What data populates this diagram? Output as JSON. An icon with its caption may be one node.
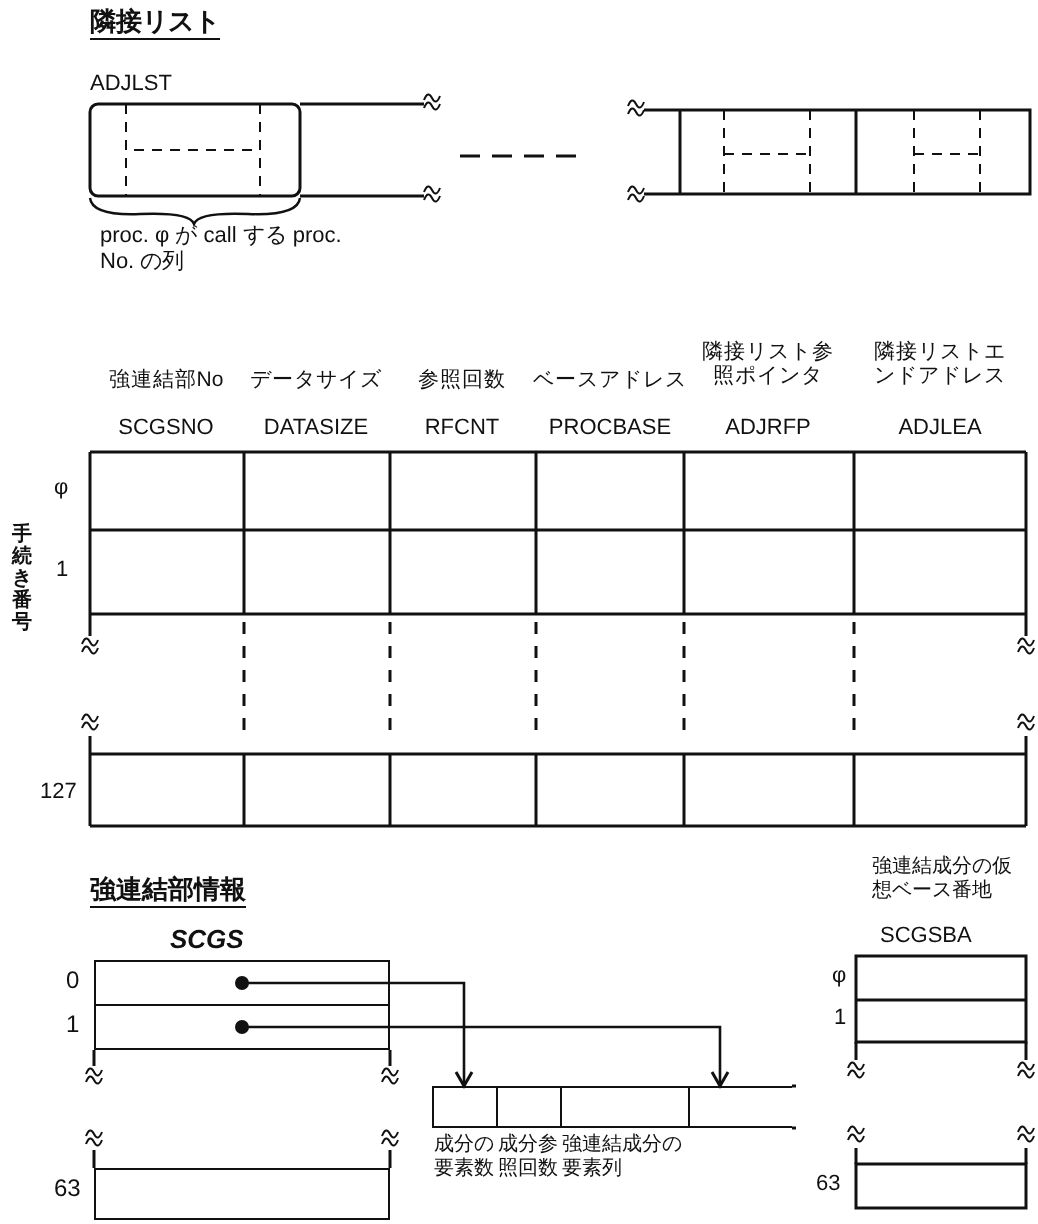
{
  "diagram": {
    "nodes": [
      {
        "text": [
          "SCGS"
        ]
      },
      {
        "text": [],
        "shape": "box",
        "in": 0,
        "beside": [
          "0"
        ]
      },
      {
        "text": [],
        "shape": "box",
        "in": 0,
        "beside": [
          "1"
        ]
      },
      {
        "text": [],
        "shape": "box",
        "in": 0,
        "beside": [
          "63"
        ]
      },
      {
        "text": [],
        "shape": "box",
        "beside": [
          "成分の要素数"
        ]
      },
      {
        "text": [],
        "shape": "box",
        "beside": [
          "成分参照回数"
        ]
      },
      {
        "text": [],
        "shape": "box",
        "beside": [
          "強連結成分の要素列"
        ]
      },
      {
        "text": [],
        "shape": "box"
      }
    ],
    "edges": [
      {
        "from": 1,
        "to": 4,
        "arrow": "to"
      },
      {
        "from": 2,
        "to": 7,
        "arrow": "to"
      }
    ],
    "labels": [
      "隣接リスト",
      "ADJLST",
      "proc. φ が call する proc. No. の列",
      "強連結部No",
      "データサイズ",
      "参照回数",
      "ベースアドレス",
      "隣接リスト参照ポインタ",
      "隣接リストエンドアドレス",
      "SCGSNO",
      "DATASIZE",
      "RFCNT",
      "PROCBASE",
      "ADJRFP",
      "ADJLEA",
      "手続き番号",
      "φ",
      "1",
      "127",
      "強連結部情報",
      "強連結成分の仮想ベース番地",
      "SCGSBA",
      "φ",
      "1",
      "63"
    ]
  }
}
